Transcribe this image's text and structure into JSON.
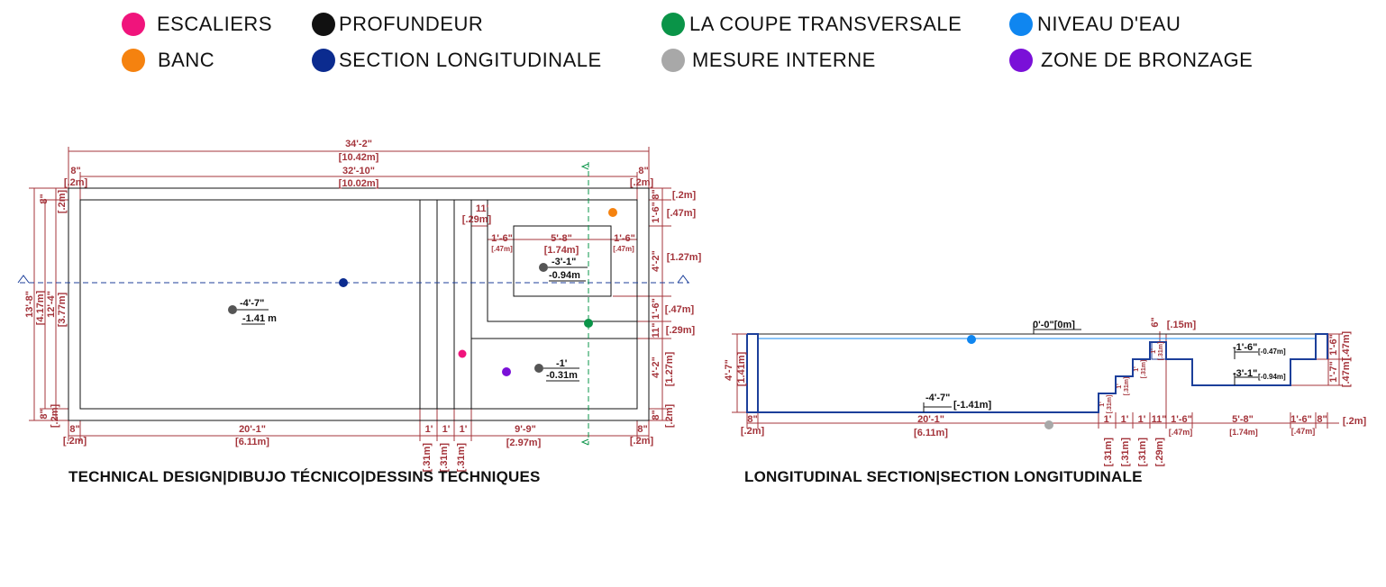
{
  "legend": [
    {
      "label": "ESCALIERS",
      "color": "#f0147c"
    },
    {
      "label": "PROFUNDEUR",
      "color": "#111111"
    },
    {
      "label": "LA COUPE TRANSVERSALE",
      "color": "#0a9448"
    },
    {
      "label": "NIVEAU D'EAU",
      "color": "#0f86f0"
    },
    {
      "label": "BANC",
      "color": "#f5820f"
    },
    {
      "label": "SECTION LONGITUDINALE",
      "color": "#0b2b8f"
    },
    {
      "label": "MESURE INTERNE",
      "color": "#a8a8a8"
    },
    {
      "label": "ZONE DE BRONZAGE",
      "color": "#7a10d8"
    }
  ],
  "captions": {
    "technical": "TECHNICAL DESIGN|DIBUJO TÉCNICO|DESSINS TECHNIQUES",
    "longitudinal": "LONGITUDINAL SECTION|SECTION LONGITUDINALE"
  },
  "colors": {
    "dimension": "#a4343b",
    "outline": "#111111",
    "section_line": "#1c3f9a",
    "cross_section_line": "#0a9448"
  },
  "plan": {
    "overall_length": "34'-2\"",
    "overall_length_m": "[10.42m]",
    "inner_length": "32'-10\"",
    "inner_length_m": "[10.02m]",
    "coping_left_top": "8\"",
    "coping_left_top_m": "[.2m]",
    "coping_right_top": "8\"",
    "coping_right_top_m": "[.2m]",
    "right_top_8": "8\"",
    "right_top_8_m": "[.2m]",
    "right_top_16": "1'-6\"",
    "right_top_16_m": "[.47m]",
    "right_42a": "4'-2\"",
    "right_42a_m": "[1.27m]",
    "right_16b": "1'-6\"",
    "right_16b_m": "[.47m]",
    "right_11": "11\"",
    "right_11_m": "[.29m]",
    "right_42b": "4'-2\"",
    "right_42b_m": "[1.27m]",
    "right_8b": "8\"",
    "right_8b_m": "[.2m]",
    "left_8": "8\"",
    "left_8_m": "[.2m]",
    "left_total": "13'-8\"",
    "left_total_m": "[4.17m]",
    "left_inner": "12'-4\"",
    "left_inner_m": "[3.77m]",
    "left_8b": "8\"",
    "left_8b_m": "[.2m]",
    "bench_11": "11'",
    "bench_11_m": "[.29m]",
    "bench_16a": "1'-6\"",
    "bench_16a_m": "[.47m]",
    "bench_58": "5'-8\"",
    "bench_58_m": "[1.74m]",
    "bench_16b": "1'-6\"",
    "bench_16b_m": "[.47m]",
    "bottom_8a": "8\"",
    "bottom_8a_m": "[.2m]",
    "bottom_201": "20'-1\"",
    "bottom_201_m": "[6.11m]",
    "bottom_1a": "1'",
    "bottom_1a_m": "[.31m]",
    "bottom_1b": "1'",
    "bottom_1b_m": "[.31m]",
    "bottom_1c": "1'",
    "bottom_1c_m": "[.31m]",
    "bottom_99": "9'-9\"",
    "bottom_99_m": "[2.97m]",
    "bottom_8b": "8\"",
    "bottom_8b_m": "[.2m]",
    "depth_deep": "-4'-7\"",
    "depth_deep_m": "-1.41 m",
    "depth_bench": "-3'-1\"",
    "depth_bench_m": "-0.94m",
    "depth_tan": "-1'",
    "depth_tan_m": "-0.31m"
  },
  "section": {
    "water_level": "0'-0\"[0m]",
    "top_6": "6\"",
    "top_6_m": "[.15m]",
    "right_17": "1'-7\"",
    "right_17_m": "[.47m]",
    "right_16": "1'-6\"",
    "right_16_m": "[.47m]",
    "left_47": "4'-7\"",
    "left_47_m": "[1.41m]",
    "depth_floor": "-4'-7\"",
    "depth_floor_m": "[-1.41m]",
    "depth_step": "-1'-6\"",
    "depth_step_m": "[-0.47m]",
    "depth_bench": "-3'-1\"",
    "depth_bench_m": "[-0.94m]",
    "b_8a": "8\"",
    "b_8a_m": "[.2m]",
    "b_201": "20'-1\"",
    "b_201_m": "[6.11m]",
    "b_1a": "1'",
    "b_1a_m": "[.31m]",
    "b_1b": "1'",
    "b_1b_m": "[.31m]",
    "b_1c": "1'",
    "b_1c_m": "[.31m]",
    "b_11": "11\"",
    "b_11_m": "[.29m]",
    "b_16a": "1'-6\"",
    "b_16a_m": "[.47m]",
    "b_58": "5'-8\"",
    "b_58_m": "[1.74m]",
    "b_16b": "1'-6\"",
    "b_16b_m": "[.47m]",
    "b_8b": "8\"",
    "b_8b_m": "[.2m]",
    "riser_1": "1'",
    "riser_1_m": "[.31m]",
    "riser_2": "1'",
    "riser_2_m": "[.31m]",
    "riser_3": "1'",
    "riser_3_m": "[.31m]",
    "riser_4": "1'",
    "riser_4_m": "[.31m]"
  }
}
